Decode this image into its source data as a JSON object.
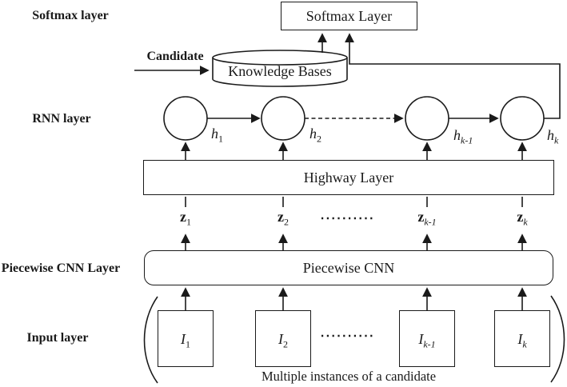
{
  "palette": {
    "background": "#ffffff",
    "ink": "#1a1a1a"
  },
  "row_labels": {
    "softmax": "Softmax layer",
    "candidate": "Candidate",
    "rnn": "RNN layer",
    "piecewise_cnn": "Piecewise CNN Layer",
    "input": "Input layer"
  },
  "blocks": {
    "softmax": "Softmax Layer",
    "knowledge_bases": "Knowledge Bases",
    "highway": "Highway Layer",
    "piecewise_cnn": "Piecewise CNN"
  },
  "rnn_nodes": [
    {
      "base": "h",
      "sub": "1"
    },
    {
      "base": "h",
      "sub": "2"
    },
    {
      "base": "h",
      "sub": "k-1"
    },
    {
      "base": "h",
      "sub": "k"
    }
  ],
  "z_vectors": [
    {
      "base": "z",
      "sub": "1"
    },
    {
      "base": "z",
      "sub": "2"
    },
    {
      "base": "z",
      "sub": "k-1"
    },
    {
      "base": "z",
      "sub": "k"
    }
  ],
  "instances": [
    {
      "base": "I",
      "sub": "1"
    },
    {
      "base": "I",
      "sub": "2"
    },
    {
      "base": "I",
      "sub": "k-1"
    },
    {
      "base": "I",
      "sub": "k"
    }
  ],
  "caption": "Multiple instances of a candidate"
}
